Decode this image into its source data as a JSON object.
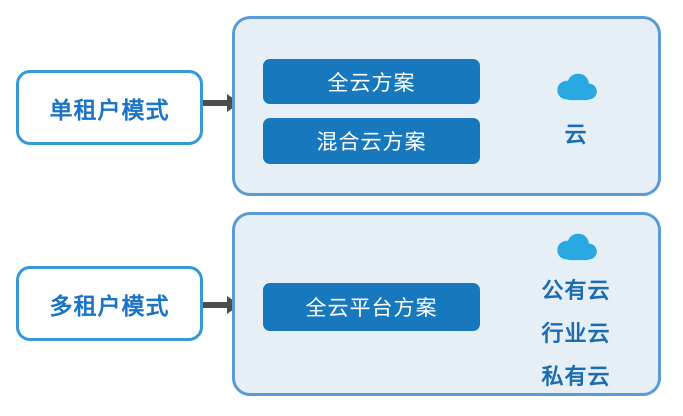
{
  "diagram": {
    "rows": [
      {
        "mode": "单租户模式",
        "solutions": [
          "全云方案",
          "混合云方案"
        ],
        "cloud_labels": [
          "云"
        ]
      },
      {
        "mode": "多租户模式",
        "solutions": [
          "全云平台方案"
        ],
        "cloud_labels": [
          "公有云",
          "行业云",
          "私有云"
        ]
      }
    ],
    "colors": {
      "solution_button_blue": "#1878bd",
      "panel_background": "#e6eef6",
      "panel_border": "#5b9bd5",
      "mode_box_border": "#3598d7",
      "mode_text_blue": "#1b74c6",
      "cloud_icon_blue": "#29a9e1",
      "cloud_label_blue": "#1c6cb2",
      "arrow_gray": "#4d4d4d"
    }
  }
}
